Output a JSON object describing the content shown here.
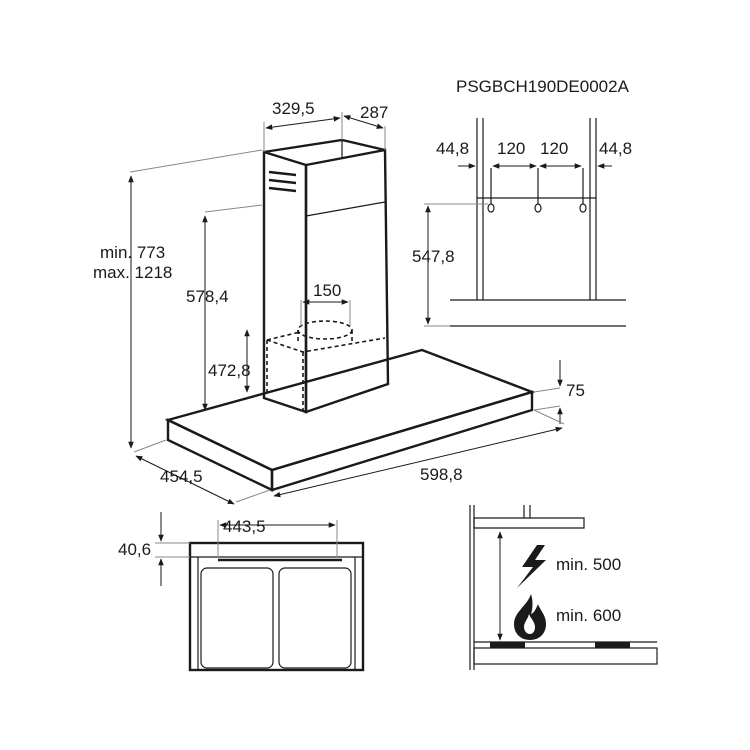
{
  "model_code": "PSGBCH190DE0002A",
  "dimensions": {
    "chimney_width": "329,5",
    "chimney_depth": "287",
    "height_min": "min. 773",
    "height_max": "max. 1218",
    "upper_chimney_height": "578,4",
    "outlet_diameter": "150",
    "motor_height": "472,8",
    "hood_thickness": "75",
    "hood_depth": "454,5",
    "hood_width": "598,8",
    "filter_width": "443,5",
    "front_height": "40,6"
  },
  "bracket_view": {
    "left_margin": "44,8",
    "spacing_1": "120",
    "spacing_2": "120",
    "right_margin": "44,8",
    "mount_height": "547,8"
  },
  "clearances": {
    "electric_label": "min. 500",
    "gas_label": "min. 600"
  },
  "icons": [
    "lightning-icon",
    "flame-icon"
  ]
}
